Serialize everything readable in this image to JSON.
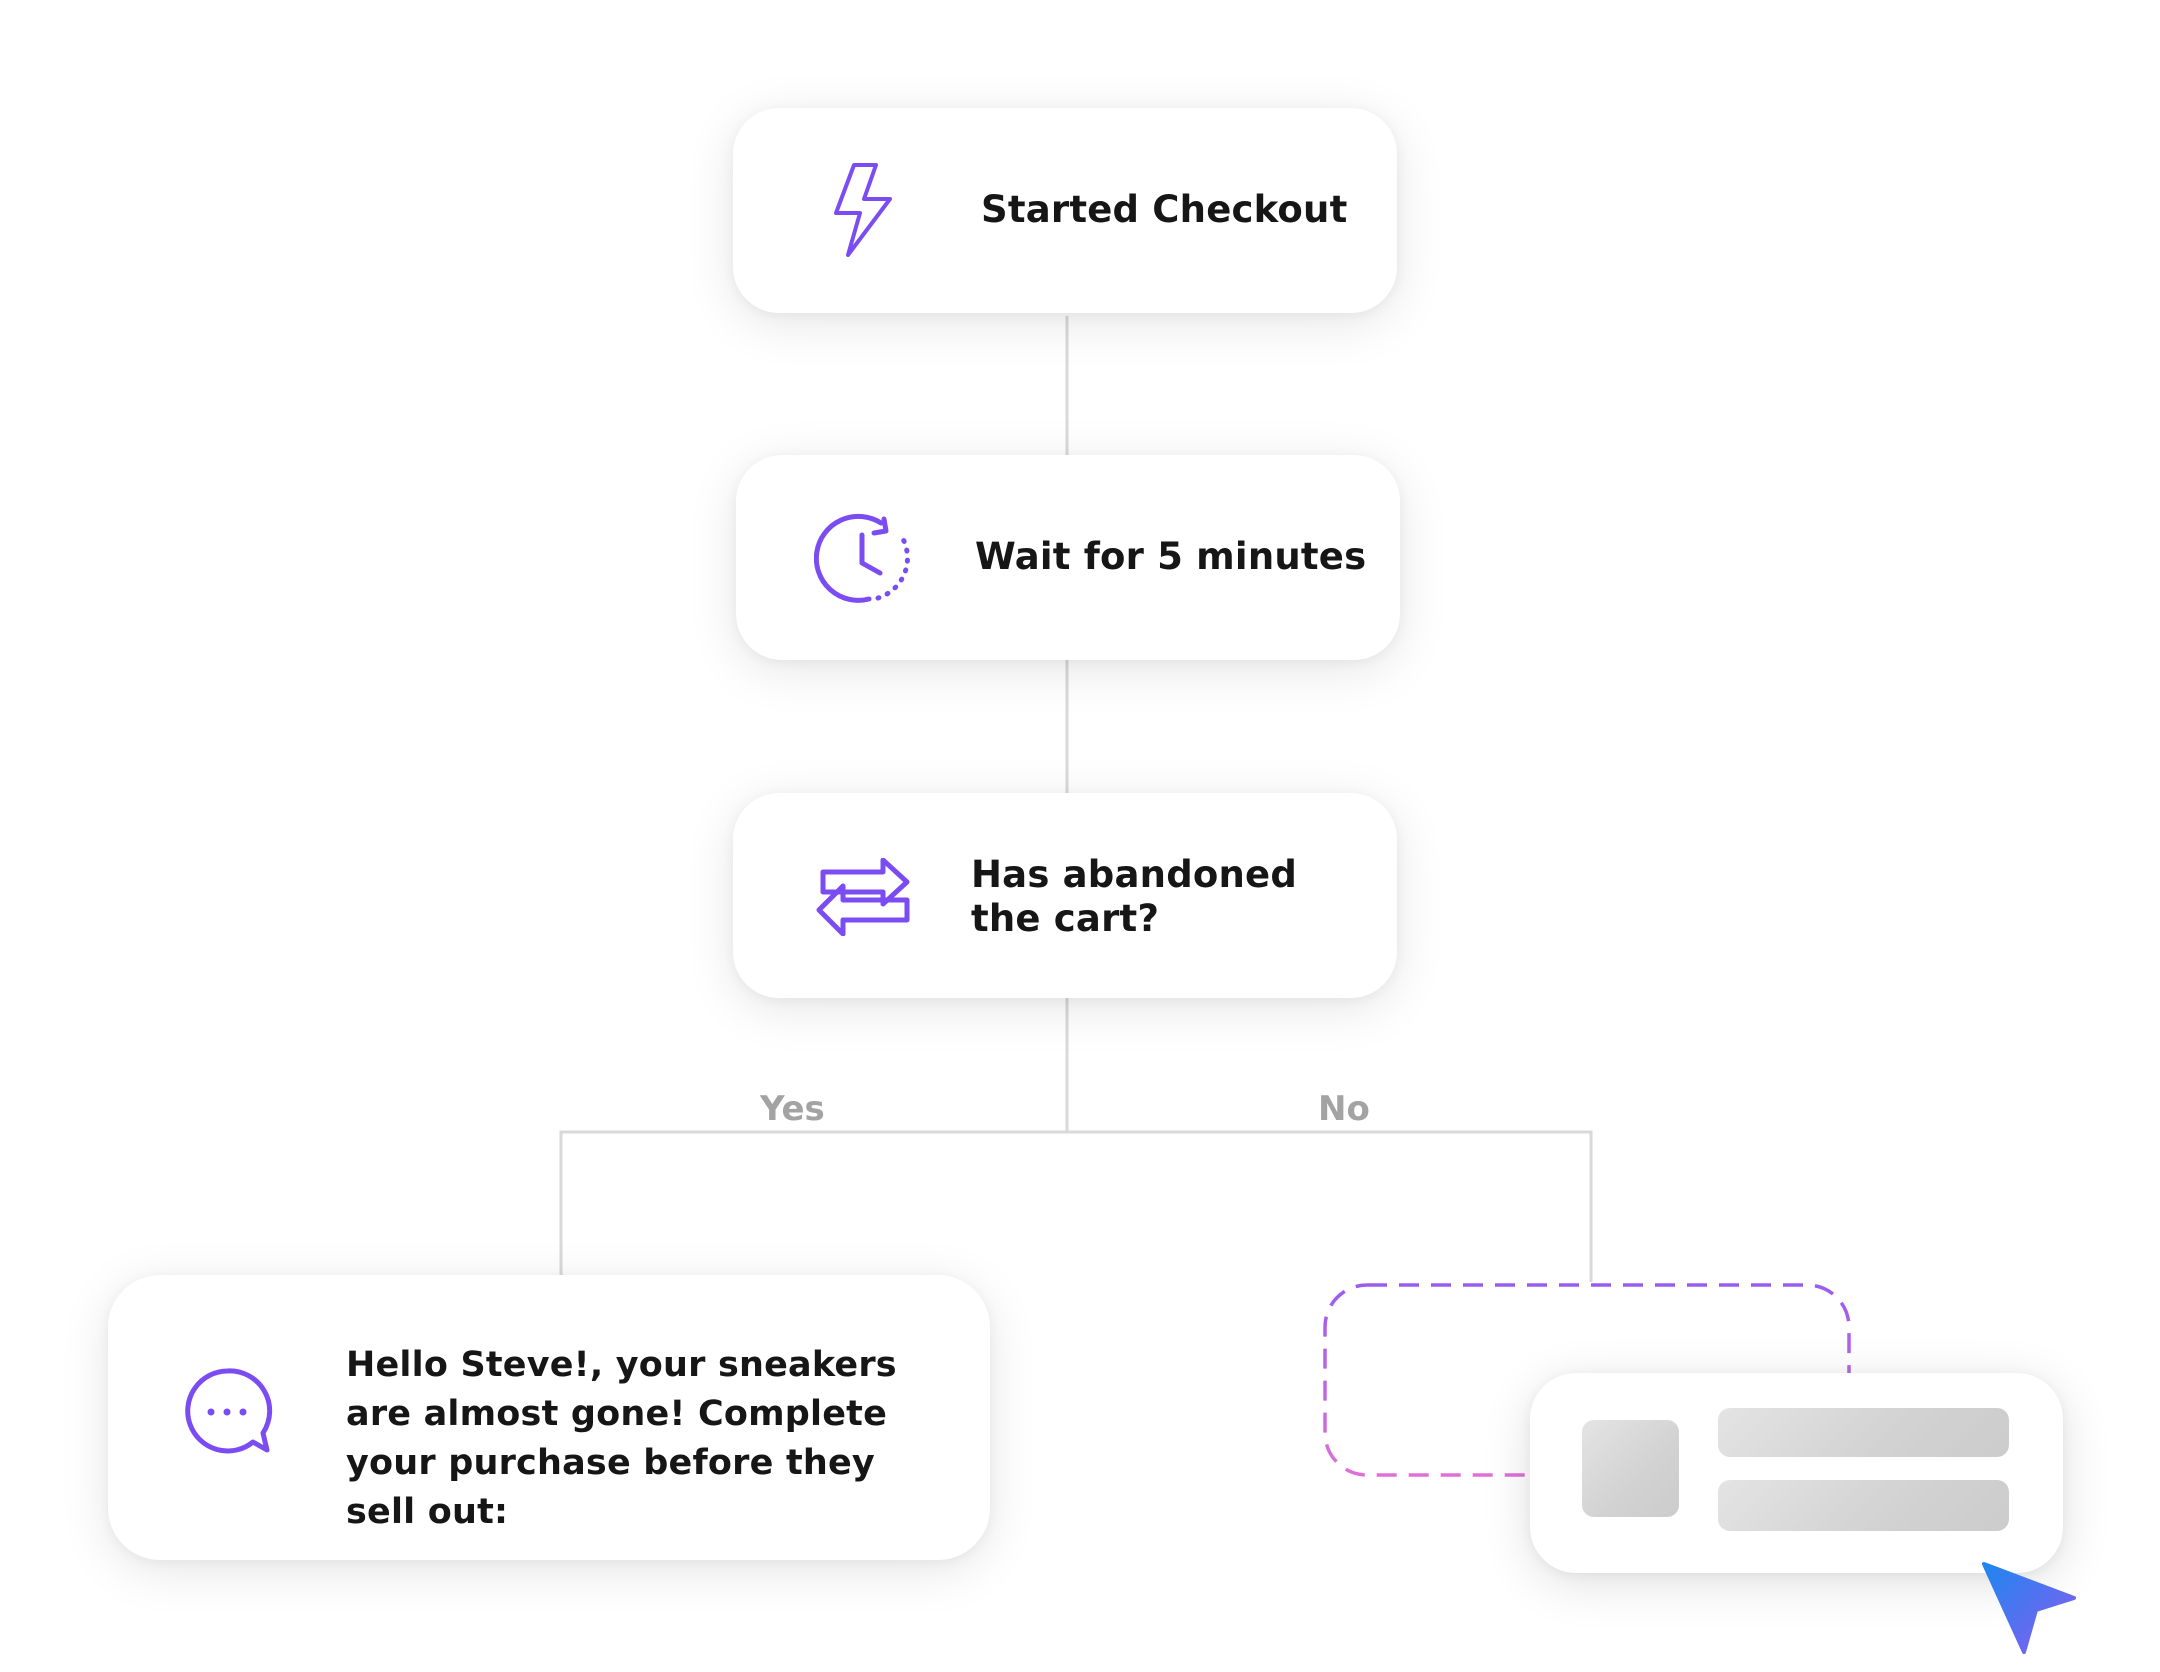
{
  "nodes": {
    "trigger": {
      "label": "Started Checkout",
      "icon": "lightning-bolt-icon"
    },
    "wait": {
      "label": "Wait for 5 minutes",
      "icon": "clock-timer-icon"
    },
    "condition": {
      "label": "Has abandoned the cart?",
      "icon": "swap-arrows-icon"
    },
    "message": {
      "label": "Hello Steve!, your sneakers are almost gone! Complete your purchase before they sell out:",
      "icon": "chat-bubble-icon"
    }
  },
  "branches": {
    "yes_label": "Yes",
    "no_label": "No"
  },
  "colors": {
    "accent": "#7a4cf2",
    "connector": "#d9d9d9",
    "branch_label": "#a3a3a3",
    "dashed_top": "#9a5cf0",
    "dashed_bottom": "#e06fd8",
    "cursor_top": "#1e86f0",
    "cursor_bottom": "#8a5cf0"
  }
}
